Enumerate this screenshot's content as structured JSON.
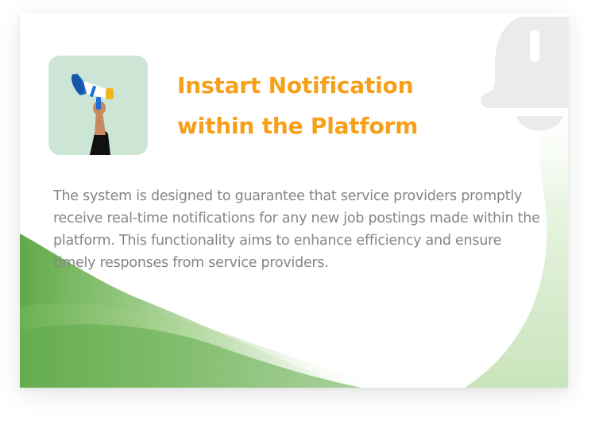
{
  "card": {
    "title_line1": "Instart Notification",
    "title_line2": "within the Platform",
    "description": "The system is designed to guarantee that service providers promptly receive real-time notifications for any new job postings made within the platform. This functionality aims to enhance efficiency and ensure timely responses from service providers.",
    "image_icon": "megaphone-in-hand-icon",
    "background_icon": "bell-icon"
  },
  "colors": {
    "title": "#f6a01a",
    "text": "#858585",
    "accent_green": "#5fa948",
    "bell_gray": "#ececec"
  }
}
